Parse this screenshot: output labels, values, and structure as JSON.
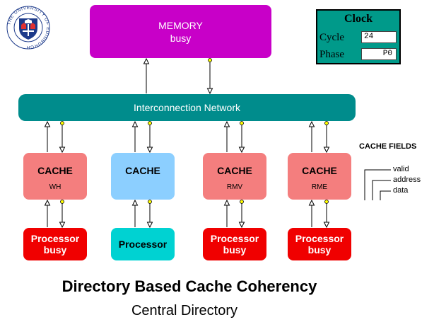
{
  "colors": {
    "memory": "#c800c8",
    "network": "#008c8c",
    "cache_dirty": "#f47e7e",
    "cache_clean": "#8ccfff",
    "processor_busy": "#f00000",
    "processor_idle": "#00d2d2",
    "clock_bg": "#009a8a",
    "line": "#000000",
    "dot": "#ffff00",
    "logo": "#1c3a8a"
  },
  "memory": {
    "title": "MEMORY",
    "status": "busy"
  },
  "network": {
    "label": "Interconnection Network"
  },
  "caches": [
    {
      "label": "CACHE",
      "state": "WH"
    },
    {
      "label": "CACHE",
      "state": ""
    },
    {
      "label": "CACHE",
      "state": "RMV"
    },
    {
      "label": "CACHE",
      "state": "RME"
    }
  ],
  "processors": [
    {
      "label": "Processor",
      "status": "busy"
    },
    {
      "label": "Processor",
      "status": ""
    },
    {
      "label": "Processor",
      "status": "busy"
    },
    {
      "label": "Processor",
      "status": "busy"
    }
  ],
  "clock": {
    "title": "Clock",
    "cycle_label": "Cycle",
    "cycle_value": "24",
    "phase_label": "Phase",
    "phase_value": "P0"
  },
  "cache_fields": {
    "title": "CACHE FIELDS",
    "items": [
      "valid",
      "address",
      "data"
    ]
  },
  "title": "Directory Based Cache Coherency",
  "subtitle": "Central Directory",
  "logo": {
    "text": "THE UNIVERSITY OF EDINBURGH",
    "icon": "university-crest-icon"
  }
}
